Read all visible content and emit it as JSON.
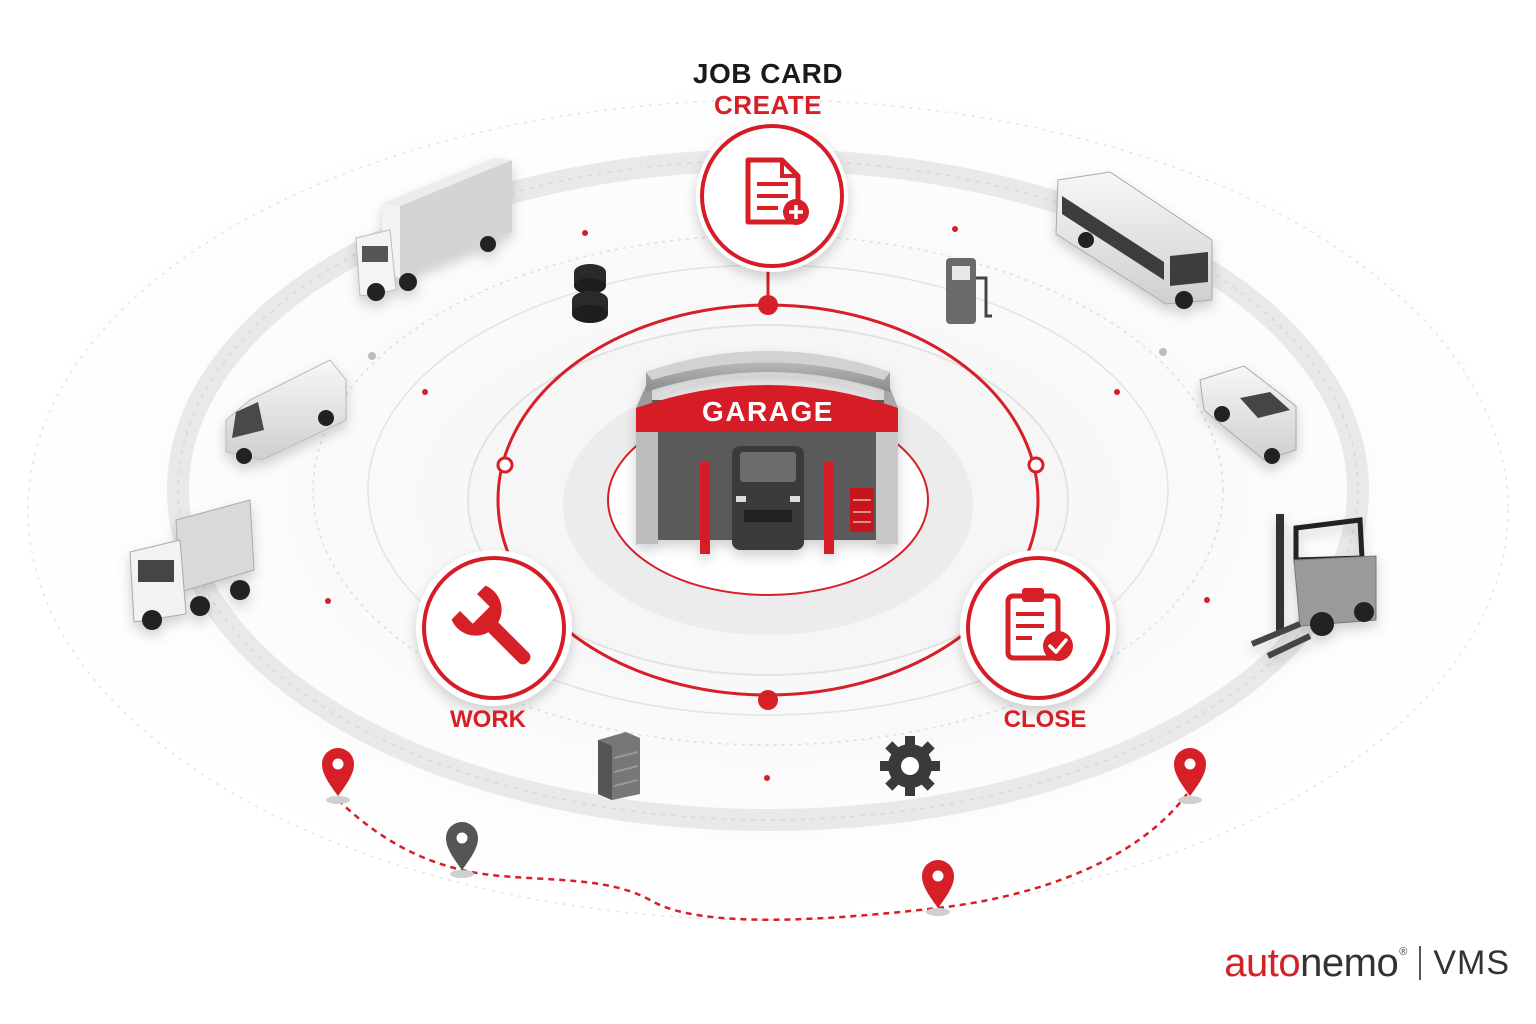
{
  "labels": {
    "job_card": "JOB CARD",
    "create": "CREATE",
    "garage": "GARAGE",
    "work": "WORK",
    "close": "CLOSE"
  },
  "brand": {
    "name_red": "auto",
    "name_dark": "nemo",
    "registered": "®",
    "product": "VMS"
  },
  "colors": {
    "accent": "#d61f26",
    "dark": "#1a1a1a",
    "ring": "#e6e6e6"
  },
  "icons": {
    "create": "document-plus-icon",
    "work": "wrench-icon",
    "close": "clipboard-check-icon",
    "pins": "map-pin-icon"
  }
}
